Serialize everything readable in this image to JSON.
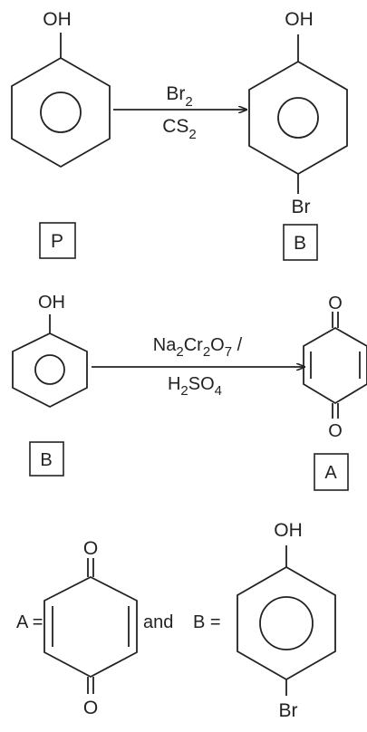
{
  "color": "#222222",
  "reaction1": {
    "reactant_group": "OH",
    "reagent_top": {
      "base": "Br",
      "sub": "2"
    },
    "reagent_bottom": {
      "base": "CS",
      "sub": "2"
    },
    "product_group_top": "OH",
    "product_group_bottom": "Br",
    "label_reactant": "P",
    "label_product": "B"
  },
  "reaction2": {
    "reactant_group": "OH",
    "reagent_top": {
      "parts": [
        [
          "Na",
          ""
        ],
        [
          "",
          "2"
        ],
        [
          "Cr",
          ""
        ],
        [
          "",
          "2"
        ],
        [
          "O",
          ""
        ],
        [
          "",
          "7"
        ],
        [
          " /",
          ""
        ]
      ]
    },
    "reagent_bottom": {
      "parts": [
        [
          "H",
          ""
        ],
        [
          "",
          "2"
        ],
        [
          "SO",
          ""
        ],
        [
          "",
          "4"
        ]
      ]
    },
    "product_o_top": "O",
    "product_o_bottom": "O",
    "label_reactant": "B",
    "label_product": "A"
  },
  "answer": {
    "a_label": "A =",
    "a_o_top": "O",
    "a_o_bottom": "O",
    "conjunction": "and",
    "b_label": "B =",
    "b_group_top": "OH",
    "b_group_bottom": "Br"
  }
}
